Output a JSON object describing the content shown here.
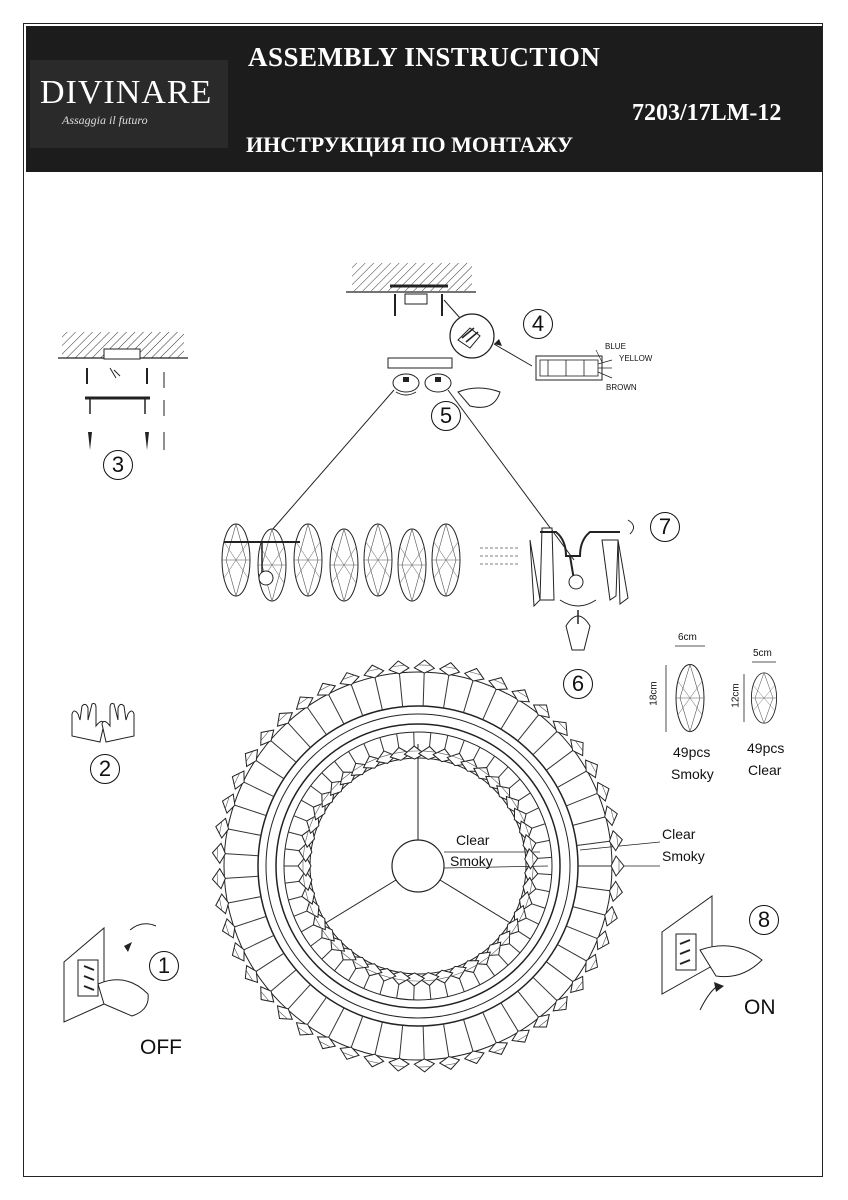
{
  "header": {
    "brand": "DIVINARE",
    "tagline": "Assaggia il futuro",
    "title_en": "ASSEMBLY INSTRUCTION",
    "title_ru": "ИНСТРУКЦИЯ ПО МОНТАЖУ",
    "model": "7203/17LM-12"
  },
  "steps": [
    "1",
    "2",
    "3",
    "4",
    "5",
    "6",
    "7",
    "8"
  ],
  "wires": {
    "blue": "BLUE",
    "yellow": "YELLOW",
    "brown": "BROWN"
  },
  "switch": {
    "off": "OFF",
    "on": "ON"
  },
  "crystals": {
    "smoky": {
      "width": "6cm",
      "height": "18cm",
      "count": "49pcs",
      "type": "Smoky"
    },
    "clear": {
      "width": "5cm",
      "height": "12cm",
      "count": "49pcs",
      "type": "Clear"
    }
  },
  "ring_labels": {
    "inner_clear": "Clear",
    "inner_smoky": "Smoky",
    "outer_clear": "Clear",
    "outer_smoky": "Smoky"
  },
  "colors": {
    "header_bg": "#1c1c1c",
    "ink": "#111111"
  }
}
